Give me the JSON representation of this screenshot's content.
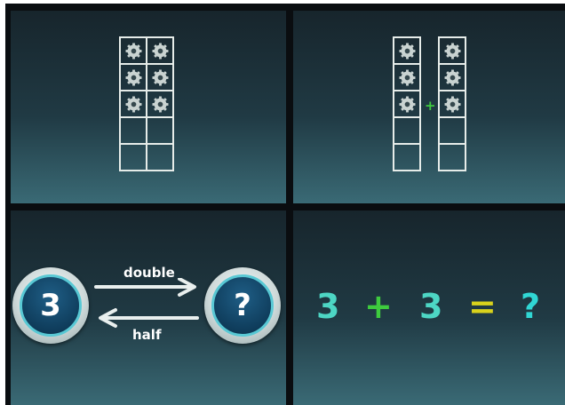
{
  "panels": {
    "ten_frame": {
      "filled_cells": 6,
      "total_cells": 10,
      "cell_icon": "gear-icon"
    },
    "two_five_frames": {
      "filled_per_frame": 3,
      "cells_per_frame": 5,
      "operator": "+",
      "cell_icon": "gear-icon"
    },
    "double_half": {
      "left_value": "3",
      "right_value": "?",
      "top_arrow_label": "double",
      "bottom_arrow_label": "half"
    },
    "equation": {
      "operand_a": "3",
      "operator": "+",
      "operand_b": "3",
      "equals": "=",
      "result": "?"
    }
  },
  "colors": {
    "gear": "#c9d3d1",
    "frame_line": "#e6ece9",
    "plus": "#3ecb3e",
    "equation_number": "#4dd6c4",
    "equation_equals": "#d9d21c",
    "equation_result": "#30d7d4",
    "circle_ring": "#58c8d4",
    "circle_fill": "#0f3d5c"
  }
}
